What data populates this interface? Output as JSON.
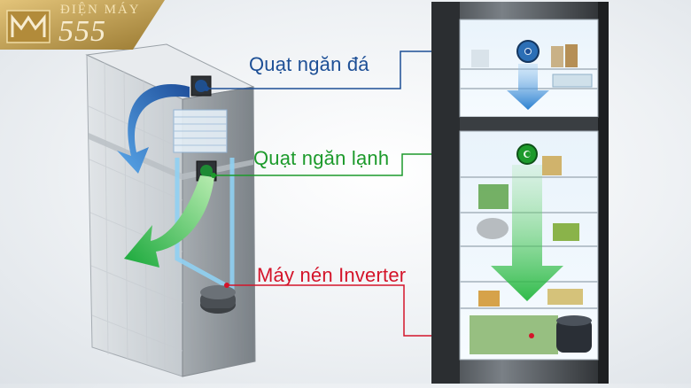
{
  "logo": {
    "line1": "ĐIỆN MÁY",
    "line2": "555"
  },
  "labels": {
    "freezer_fan": "Quạt ngăn đá",
    "fridge_fan": "Quạt ngăn lạnh",
    "compressor": "Máy nén Inverter"
  },
  "colors": {
    "freezer": "#1d4f96",
    "fridge": "#1c9a2b",
    "compressor": "#d4142a"
  }
}
